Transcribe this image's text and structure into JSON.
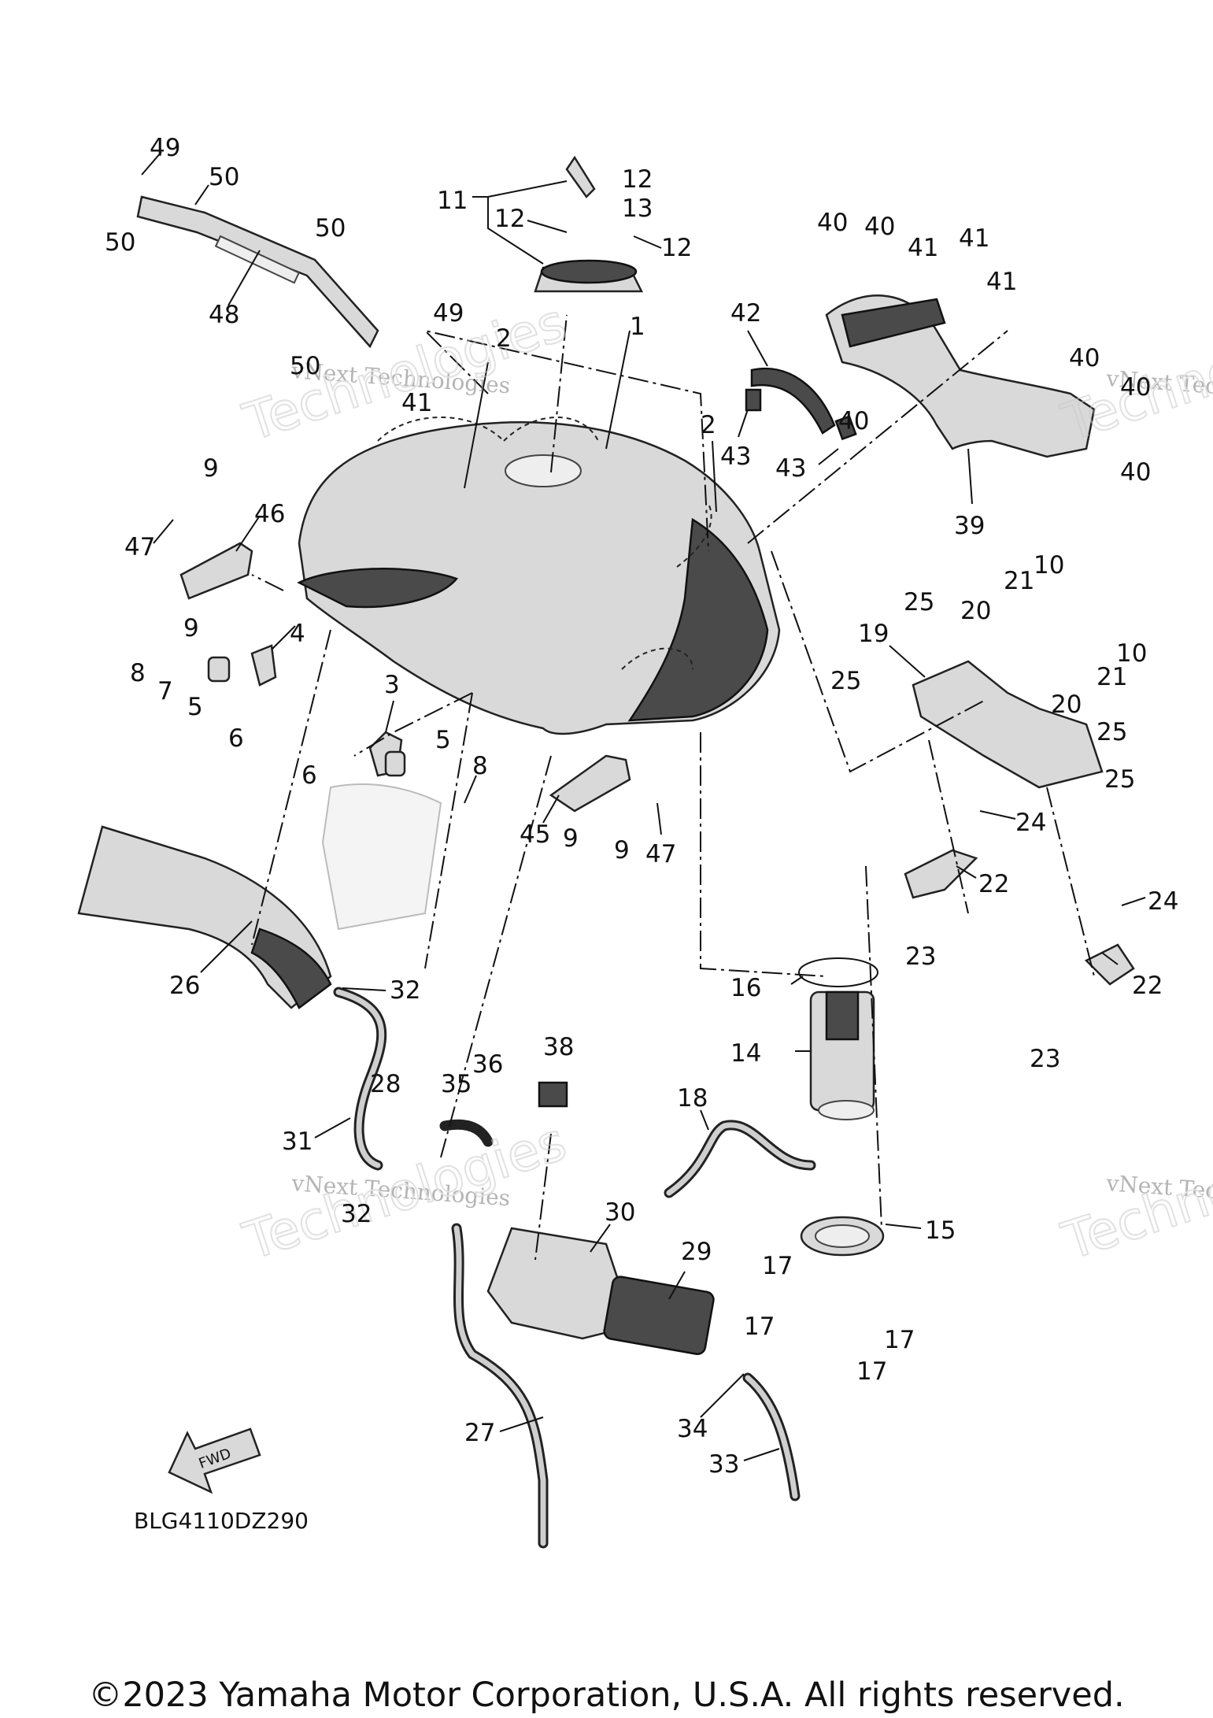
{
  "diagram": {
    "reference_code": "BLG4110DZ290",
    "fwd_label": "FWD",
    "copyright": "©2023 Yamaha Motor Corporation, U.S.A. All rights reserved.",
    "watermark": {
      "line1": "vNext Technologies",
      "line2": "Technologies"
    },
    "callouts": [
      "49",
      "50",
      "50",
      "50",
      "48",
      "49",
      "50",
      "11",
      "12",
      "12",
      "13",
      "12",
      "2",
      "1",
      "2",
      "41",
      "9",
      "46",
      "47",
      "9",
      "4",
      "8",
      "7",
      "5",
      "6",
      "3",
      "6",
      "5",
      "8",
      "42",
      "43",
      "43",
      "40",
      "40",
      "41",
      "41",
      "41",
      "40",
      "40",
      "40",
      "40",
      "39",
      "25",
      "20",
      "21",
      "10",
      "19",
      "25",
      "10",
      "21",
      "20",
      "25",
      "25",
      "24",
      "22",
      "23",
      "24",
      "22",
      "23",
      "45",
      "9",
      "9",
      "47",
      "26",
      "32",
      "16",
      "14",
      "18",
      "31",
      "28",
      "35",
      "36",
      "38",
      "32",
      "30",
      "29",
      "15",
      "17",
      "17",
      "17",
      "17",
      "27",
      "34",
      "33"
    ]
  }
}
